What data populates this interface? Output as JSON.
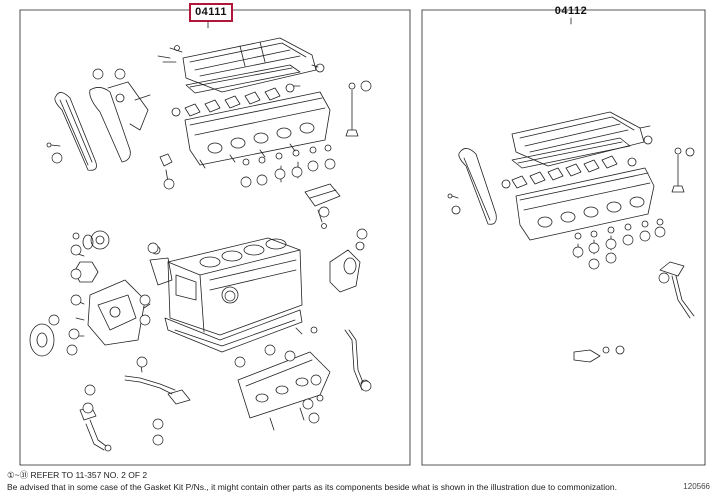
{
  "header": {
    "part_a": "04111",
    "part_b": "04112"
  },
  "footer": {
    "note1": "①~㉛ REFER TO 11-357 NO. 2 OF 2",
    "note2": "Be advised that in some case of the Gasket Kit P/Ns., it might contain other parts as its components beside what is shown in the illustration due to commonization.",
    "image_code": "120566"
  },
  "colors": {
    "highlight_border": "#b0153a",
    "line": "#222222"
  }
}
